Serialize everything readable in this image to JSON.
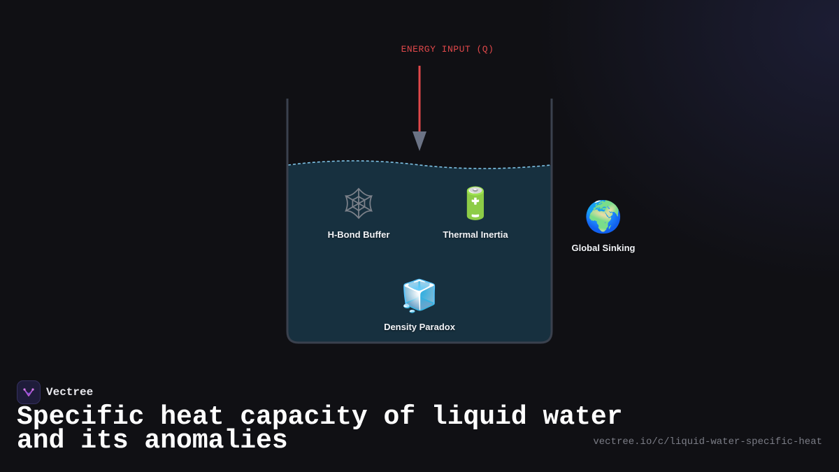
{
  "diagram": {
    "energy_label": "ENERGY INPUT (Q)",
    "nodes": {
      "hbond": {
        "icon": "spider-web-icon",
        "glyph": "🕸",
        "label": "H-Bond Buffer"
      },
      "thermal": {
        "icon": "battery-icon",
        "glyph": "🔋",
        "label": "Thermal Inertia"
      },
      "density": {
        "icon": "ice-cube-icon",
        "glyph": "🧊",
        "label": "Density Paradox"
      },
      "global": {
        "icon": "globe-icon",
        "glyph": "🌍",
        "label": "Global Sinking"
      }
    },
    "colors": {
      "arrow": "#e0484a",
      "arrow_head": "#6b7385",
      "water": "#17303f",
      "surface_line": "#7fc3e6",
      "container": "#3a414e"
    }
  },
  "footer": {
    "brand_name": "Vectree",
    "brand_icon": "vectree-logo-icon",
    "title": "Specific heat capacity of liquid water and its anomalies",
    "url": "vectree.io/c/liquid-water-specific-heat"
  }
}
